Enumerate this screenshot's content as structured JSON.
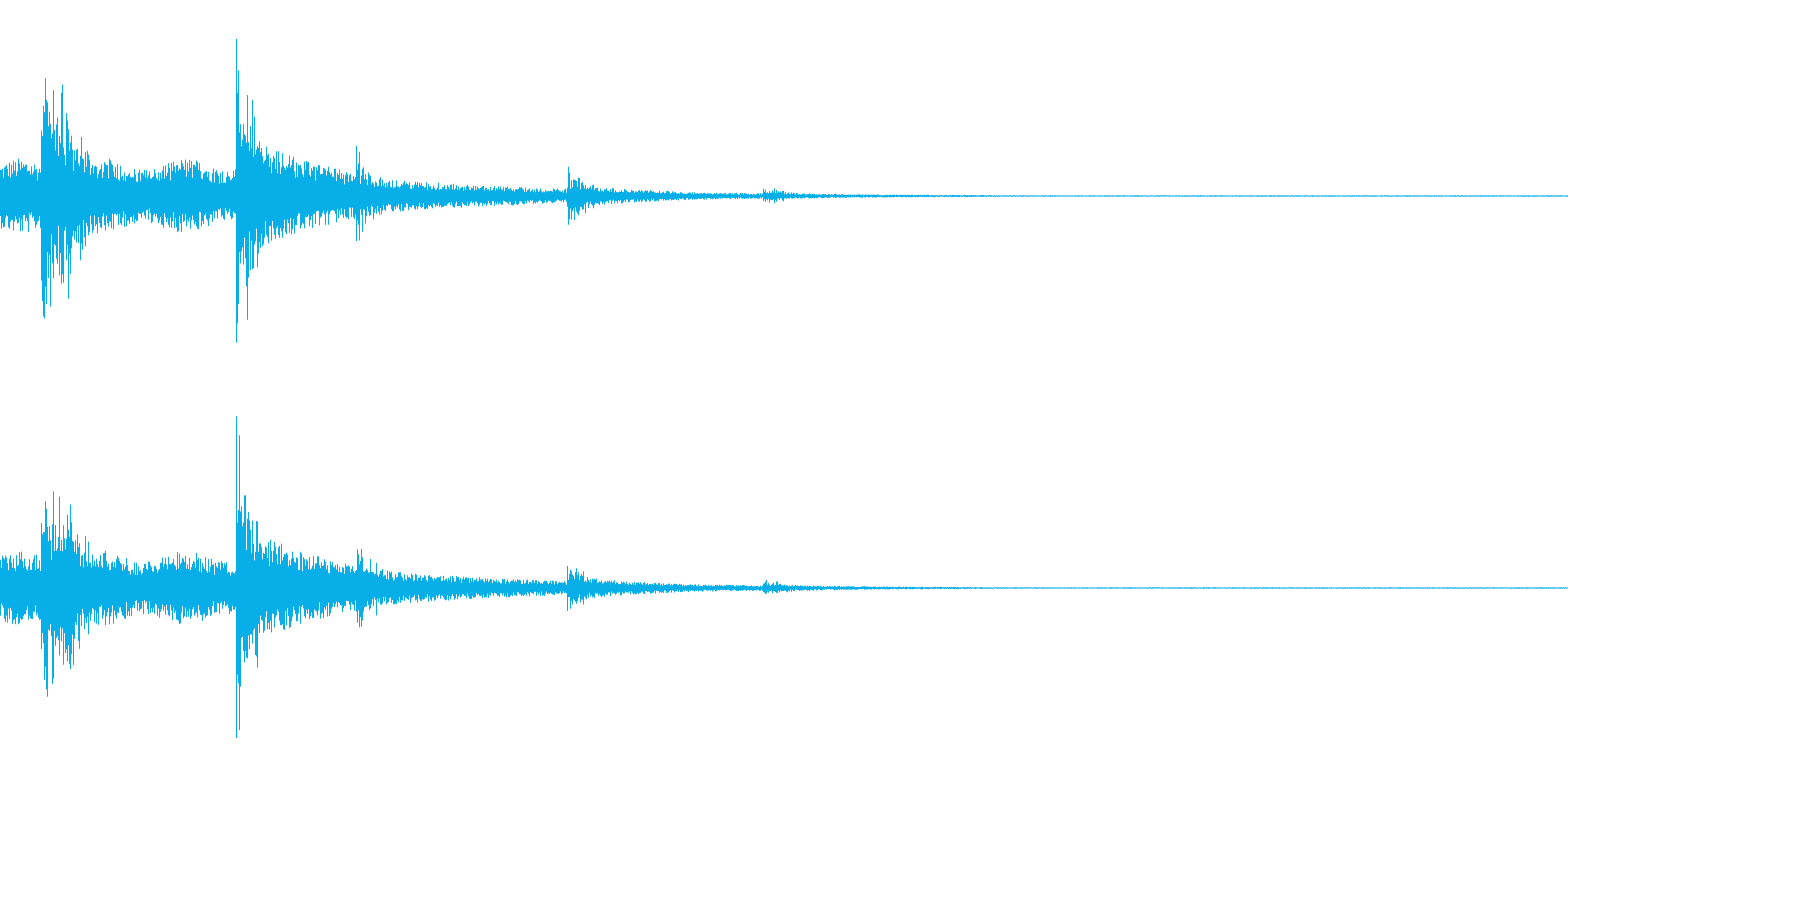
{
  "waveform": {
    "color": "#08aee8",
    "background": "#ffffff",
    "channel_count": 2,
    "channels": [
      "left",
      "right"
    ],
    "envelope": {
      "description_free_amplitude_profile": true,
      "decay_after_transients": "exponential",
      "transients": [
        {
          "position": 0.028,
          "amplitude": 0.9
        },
        {
          "position": 0.039,
          "amplitude": 0.76
        },
        {
          "position": 0.152,
          "amplitude": 0.98
        },
        {
          "position": 0.229,
          "amplitude": 0.28
        },
        {
          "position": 0.363,
          "amplitude": 0.18
        },
        {
          "position": 0.488,
          "amplitude": 0.06
        }
      ],
      "noise_floor_end": 0.67
    }
  }
}
